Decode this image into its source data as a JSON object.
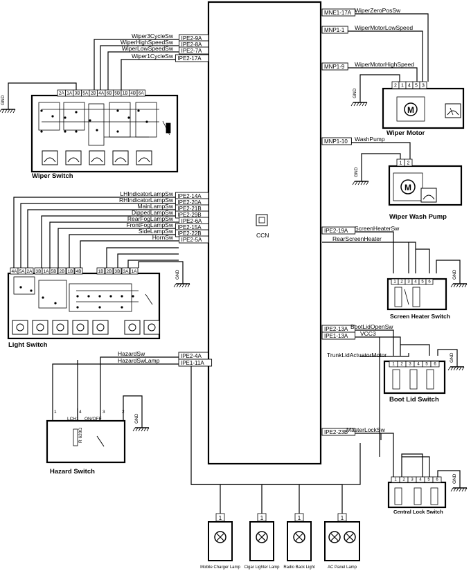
{
  "ccn": {
    "label": "CCN"
  },
  "wiper_switch": {
    "title": "Wiper Switch",
    "pins": [
      "2A",
      "1A",
      "3B",
      "5A",
      "2B",
      "4A",
      "6B",
      "5B",
      "1B",
      "4B",
      "6A"
    ],
    "signals": [
      {
        "name": "Wiper3CycleSw",
        "tag": "IPE2-9A"
      },
      {
        "name": "WiperHighSpeedSw",
        "tag": "IPE2-8A"
      },
      {
        "name": "WiperLowSpeedSw",
        "tag": "IPE2-7A"
      },
      {
        "name": "Wiper1CycleSw",
        "tag": "IPE2-17A"
      }
    ]
  },
  "wiper_motor": {
    "title": "Wiper Motor",
    "pins": [
      "2",
      "1",
      "4",
      "5",
      "3"
    ],
    "signals": [
      {
        "name": "WiperZeroPosSw",
        "tag": "MNE1-17A"
      },
      {
        "name": "WiperMotorLowSpeed",
        "tag": "MNP1-1"
      },
      {
        "name": "WiperMotorHighSpeed",
        "tag": "MNP1-9"
      }
    ],
    "motor_symbol": "M"
  },
  "wash_pump": {
    "title": "Wiper Wash Pump",
    "pins": [
      "1",
      "2"
    ],
    "signal": {
      "name": "WashPump",
      "tag": "MNP1-10"
    },
    "motor_symbol": "M"
  },
  "light_switch": {
    "title": "Light Switch",
    "pins": [
      "4A",
      "5A",
      "2A",
      "3B",
      "1A",
      "5B",
      "2B",
      "1B",
      "4B",
      "1B",
      "2B",
      "3B",
      "3A",
      "1A"
    ],
    "signals": [
      {
        "name": "LHIndicatorLampSw",
        "tag": "IPE2-14A"
      },
      {
        "name": "RHIndicatorLampSw",
        "tag": "IPE2-20A"
      },
      {
        "name": "MainLampSw",
        "tag": "IPE2-21B"
      },
      {
        "name": "DippedLampSw",
        "tag": "IPE2-29B"
      },
      {
        "name": "RearFogLampSw",
        "tag": "IPE2-6A"
      },
      {
        "name": "FrontFogLampSw",
        "tag": "IPE2-15A"
      },
      {
        "name": "SideLampSw",
        "tag": "IPE2-22B"
      },
      {
        "name": "HornSw",
        "tag": "IPE2-5A"
      }
    ]
  },
  "screen_heater": {
    "title": "Screen Heater Switch",
    "pins": [
      "1",
      "2",
      "3",
      "4",
      "5",
      "6"
    ],
    "signals": [
      {
        "name": "ScreenHeaterSw",
        "tag": "IPE2-19A"
      },
      {
        "name": "RearScreenHeater",
        "tag": ""
      }
    ]
  },
  "boot_lid": {
    "title": "Boot Lid Switch",
    "pins": [
      "1",
      "2",
      "3",
      "4",
      "5",
      "6"
    ],
    "signals": [
      {
        "name": "BootLidOpenSw",
        "tag": "IPE2-13A"
      },
      {
        "name": "VCC3",
        "tag": "IPE1-13A"
      },
      {
        "name": "TrunkLidActuatorMotor",
        "tag": ""
      }
    ]
  },
  "central_lock": {
    "title": "Central Lock Switch",
    "pins": [
      "1",
      "2",
      "3",
      "4",
      "5",
      "6"
    ],
    "signal": {
      "name": "MasterLockSw",
      "tag": "IPE2-23B"
    }
  },
  "hazard_switch": {
    "title": "Hazard Switch",
    "signals": [
      {
        "name": "HazardSw",
        "tag": "IPE2-4A"
      },
      {
        "name": "HazardSwLamp",
        "tag": "IPE1-11A"
      }
    ],
    "pin_labels": [
      "1",
      "4",
      "3",
      "2"
    ],
    "inner_labels": [
      "LCH1",
      "ON/OFF",
      "R 620Ω"
    ]
  },
  "lamps": [
    {
      "label": "Mobile Charger Lamp",
      "pin": "1"
    },
    {
      "label": "Cigar Lighter Lamp",
      "pin": "1"
    },
    {
      "label": "Radio Back Light",
      "pin": "1"
    },
    {
      "label": "AC Panel Lamp",
      "pin": "1"
    }
  ],
  "ground_label": "GND"
}
